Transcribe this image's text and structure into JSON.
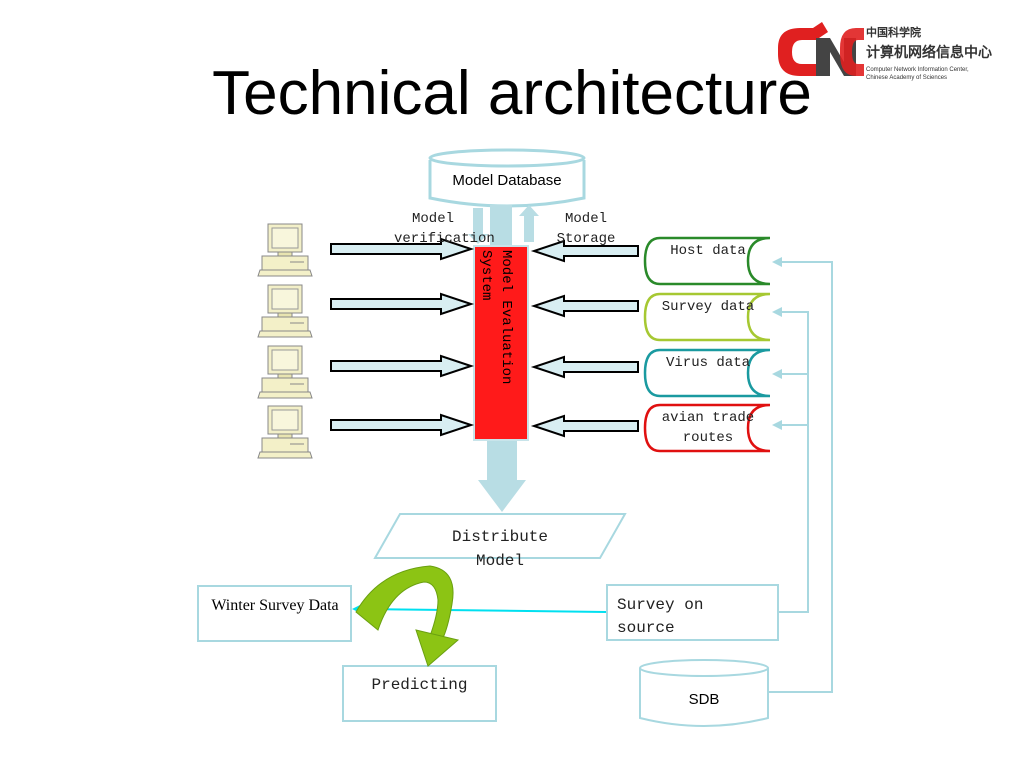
{
  "title": "Technical architecture",
  "logo": {
    "cn_line1": "中国科学院",
    "cn_line2": "计算机网络信息中心",
    "en_line1": "Computer Network Information Center,",
    "en_line2": "Chinese Academy of Sciences",
    "colors": {
      "red": "#e02020",
      "gray": "#444444"
    }
  },
  "diagram": {
    "model_database": "Model Database",
    "model_verification": "Model verification",
    "model_storage": "Model Storage",
    "model_evaluation_system": "Model Evaluation System",
    "sources": [
      {
        "label": "Host data",
        "color": "#2a8a2a"
      },
      {
        "label": "Survey data",
        "color": "#a6c832"
      },
      {
        "label": "Virus data",
        "color": "#1a9aa0"
      },
      {
        "label": "avian trade routes",
        "color": "#e01010"
      }
    ],
    "distribute_model": "Distribute Model",
    "winter_survey_data": "Winter Survey Data",
    "survey_on_source": "Survey on source",
    "predicting": "Predicting",
    "sdb": "SDB",
    "colors": {
      "evaluation_fill": "#ff1a1a",
      "arrow_light": "#b8dde4",
      "connector": "#a8d8e0",
      "cyan_arrow": "#00e0f0",
      "green_curve": "#8cc414"
    }
  }
}
